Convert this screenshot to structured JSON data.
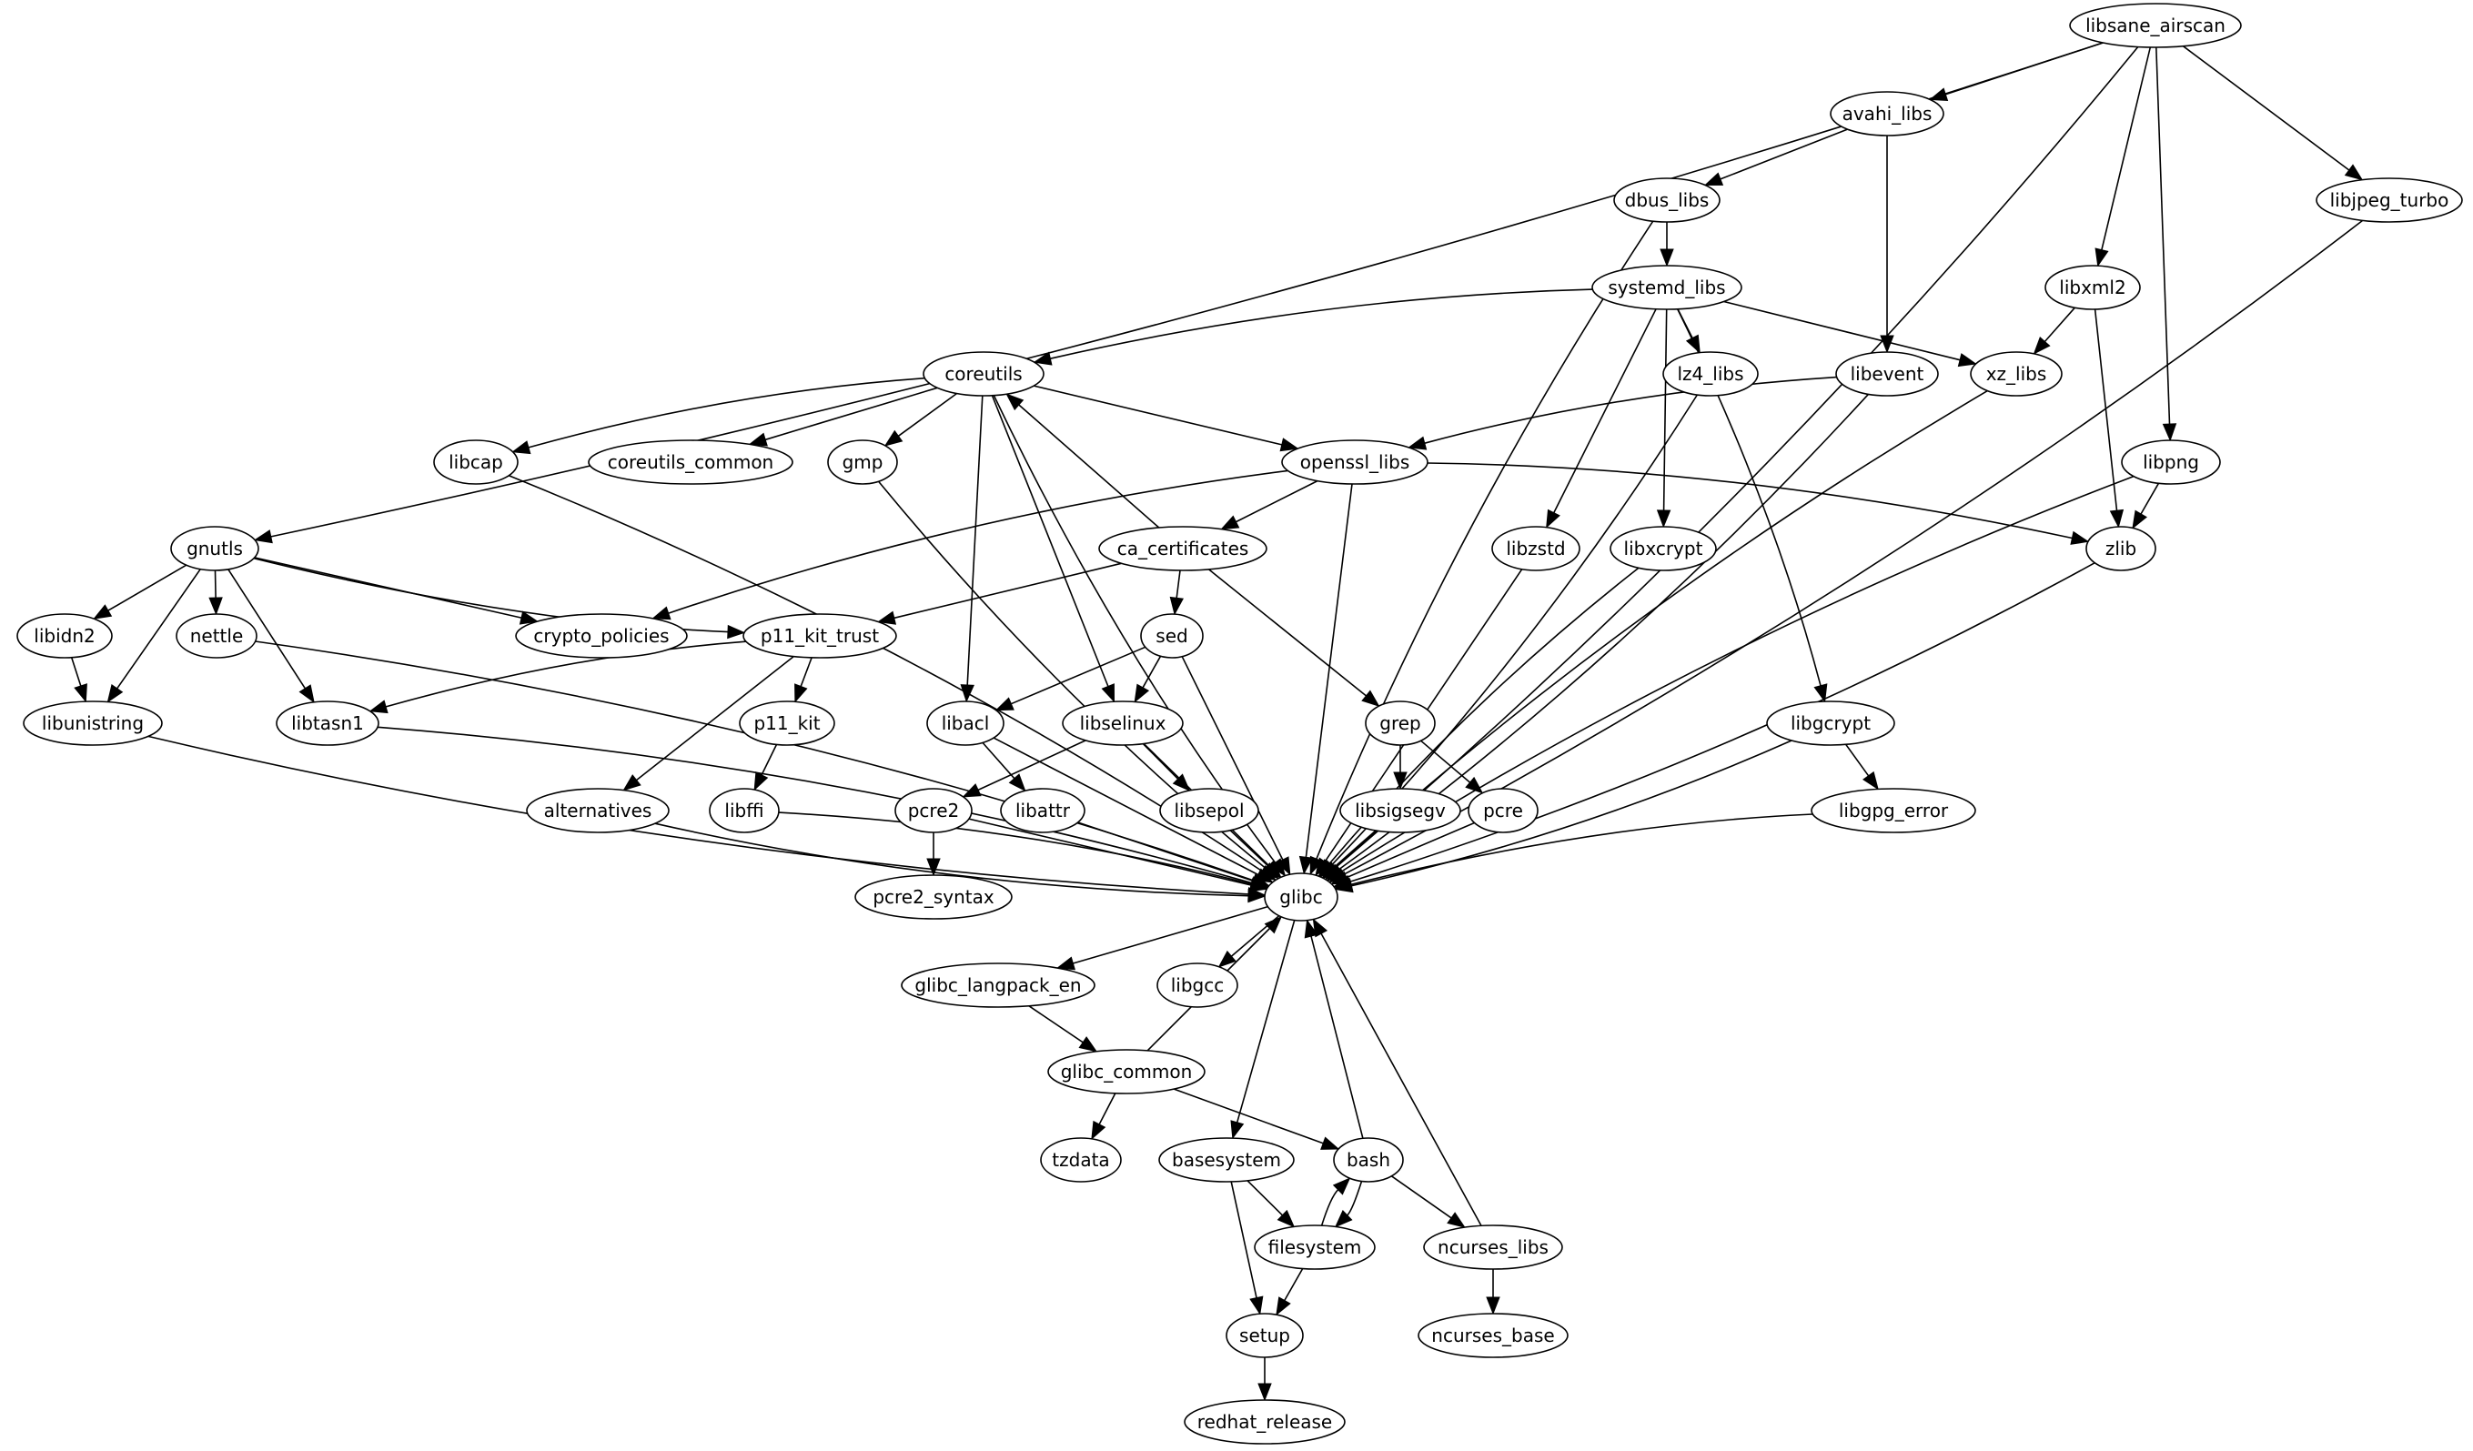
{
  "graph": {
    "title": "",
    "type": "directed dependency graph",
    "colors": {
      "node_stroke": "#000000",
      "node_fill": "#ffffff",
      "edge": "#000000",
      "background": "#ffffff"
    },
    "nodes": [
      {
        "id": "libsane_airscan",
        "label": "libsane_airscan"
      },
      {
        "id": "avahi_libs",
        "label": "avahi_libs"
      },
      {
        "id": "libjpeg_turbo",
        "label": "libjpeg_turbo"
      },
      {
        "id": "dbus_libs",
        "label": "dbus_libs"
      },
      {
        "id": "systemd_libs",
        "label": "systemd_libs"
      },
      {
        "id": "libxml2",
        "label": "libxml2"
      },
      {
        "id": "coreutils",
        "label": "coreutils"
      },
      {
        "id": "lz4_libs",
        "label": "lz4_libs"
      },
      {
        "id": "libevent",
        "label": "libevent"
      },
      {
        "id": "xz_libs",
        "label": "xz_libs"
      },
      {
        "id": "libcap",
        "label": "libcap"
      },
      {
        "id": "coreutils_common",
        "label": "coreutils_common"
      },
      {
        "id": "gmp",
        "label": "gmp"
      },
      {
        "id": "openssl_libs",
        "label": "openssl_libs"
      },
      {
        "id": "libpng",
        "label": "libpng"
      },
      {
        "id": "gnutls",
        "label": "gnutls"
      },
      {
        "id": "ca_certificates",
        "label": "ca_certificates"
      },
      {
        "id": "libzstd",
        "label": "libzstd"
      },
      {
        "id": "libxcrypt",
        "label": "libxcrypt"
      },
      {
        "id": "zlib",
        "label": "zlib"
      },
      {
        "id": "libidn2",
        "label": "libidn2"
      },
      {
        "id": "nettle",
        "label": "nettle"
      },
      {
        "id": "crypto_policies",
        "label": "crypto_policies"
      },
      {
        "id": "p11_kit_trust",
        "label": "p11_kit_trust"
      },
      {
        "id": "sed",
        "label": "sed"
      },
      {
        "id": "libunistring",
        "label": "libunistring"
      },
      {
        "id": "libtasn1",
        "label": "libtasn1"
      },
      {
        "id": "p11_kit",
        "label": "p11_kit"
      },
      {
        "id": "libacl",
        "label": "libacl"
      },
      {
        "id": "libselinux",
        "label": "libselinux"
      },
      {
        "id": "grep",
        "label": "grep"
      },
      {
        "id": "libgcrypt",
        "label": "libgcrypt"
      },
      {
        "id": "alternatives",
        "label": "alternatives"
      },
      {
        "id": "libffi",
        "label": "libffi"
      },
      {
        "id": "pcre2",
        "label": "pcre2"
      },
      {
        "id": "libattr",
        "label": "libattr"
      },
      {
        "id": "libsepol",
        "label": "libsepol"
      },
      {
        "id": "libsigsegv",
        "label": "libsigsegv"
      },
      {
        "id": "pcre",
        "label": "pcre"
      },
      {
        "id": "libgpg_error",
        "label": "libgpg_error"
      },
      {
        "id": "glibc",
        "label": "glibc"
      },
      {
        "id": "pcre2_syntax",
        "label": "pcre2_syntax"
      },
      {
        "id": "glibc_langpack_en",
        "label": "glibc_langpack_en"
      },
      {
        "id": "libgcc",
        "label": "libgcc"
      },
      {
        "id": "glibc_common",
        "label": "glibc_common"
      },
      {
        "id": "tzdata",
        "label": "tzdata"
      },
      {
        "id": "basesystem",
        "label": "basesystem"
      },
      {
        "id": "bash",
        "label": "bash"
      },
      {
        "id": "filesystem",
        "label": "filesystem"
      },
      {
        "id": "ncurses_libs",
        "label": "ncurses_libs"
      },
      {
        "id": "setup",
        "label": "setup"
      },
      {
        "id": "ncurses_base",
        "label": "ncurses_base"
      },
      {
        "id": "redhat_release",
        "label": "redhat_release"
      }
    ],
    "edges": [
      [
        "libsane_airscan",
        "gnutls"
      ],
      [
        "libsane_airscan",
        "avahi_libs"
      ],
      [
        "libsane_airscan",
        "libxml2"
      ],
      [
        "libsane_airscan",
        "libpng"
      ],
      [
        "libsane_airscan",
        "glibc"
      ],
      [
        "libsane_airscan",
        "libjpeg_turbo"
      ],
      [
        "avahi_libs",
        "dbus_libs"
      ],
      [
        "avahi_libs",
        "libevent"
      ],
      [
        "dbus_libs",
        "systemd_libs"
      ],
      [
        "dbus_libs",
        "glibc"
      ],
      [
        "libjpeg_turbo",
        "glibc"
      ],
      [
        "systemd_libs",
        "coreutils"
      ],
      [
        "systemd_libs",
        "lz4_libs"
      ],
      [
        "systemd_libs",
        "xz_libs"
      ],
      [
        "systemd_libs",
        "libzstd"
      ],
      [
        "systemd_libs",
        "libxcrypt"
      ],
      [
        "systemd_libs",
        "libgcrypt"
      ],
      [
        "libxml2",
        "xz_libs"
      ],
      [
        "libxml2",
        "zlib"
      ],
      [
        "coreutils",
        "libcap"
      ],
      [
        "coreutils",
        "coreutils_common"
      ],
      [
        "coreutils",
        "gmp"
      ],
      [
        "coreutils",
        "openssl_libs"
      ],
      [
        "coreutils",
        "libacl"
      ],
      [
        "coreutils",
        "libselinux"
      ],
      [
        "coreutils",
        "glibc"
      ],
      [
        "lz4_libs",
        "glibc"
      ],
      [
        "libevent",
        "openssl_libs"
      ],
      [
        "libevent",
        "glibc"
      ],
      [
        "xz_libs",
        "glibc"
      ],
      [
        "libcap",
        "glibc"
      ],
      [
        "gmp",
        "glibc"
      ],
      [
        "openssl_libs",
        "ca_certificates"
      ],
      [
        "openssl_libs",
        "crypto_policies"
      ],
      [
        "openssl_libs",
        "zlib"
      ],
      [
        "openssl_libs",
        "glibc"
      ],
      [
        "libpng",
        "zlib"
      ],
      [
        "libpng",
        "glibc"
      ],
      [
        "gnutls",
        "libidn2"
      ],
      [
        "gnutls",
        "libunistring"
      ],
      [
        "gnutls",
        "nettle"
      ],
      [
        "gnutls",
        "libtasn1"
      ],
      [
        "gnutls",
        "crypto_policies"
      ],
      [
        "gnutls",
        "p11_kit_trust"
      ],
      [
        "ca_certificates",
        "coreutils"
      ],
      [
        "ca_certificates",
        "p11_kit_trust"
      ],
      [
        "ca_certificates",
        "sed"
      ],
      [
        "ca_certificates",
        "grep"
      ],
      [
        "libzstd",
        "glibc"
      ],
      [
        "libxcrypt",
        "glibc"
      ],
      [
        "zlib",
        "glibc"
      ],
      [
        "libidn2",
        "libunistring"
      ],
      [
        "nettle",
        "glibc"
      ],
      [
        "p11_kit_trust",
        "libtasn1"
      ],
      [
        "p11_kit_trust",
        "p11_kit"
      ],
      [
        "p11_kit_trust",
        "alternatives"
      ],
      [
        "sed",
        "libacl"
      ],
      [
        "sed",
        "libselinux"
      ],
      [
        "sed",
        "glibc"
      ],
      [
        "libunistring",
        "glibc"
      ],
      [
        "libtasn1",
        "glibc"
      ],
      [
        "p11_kit",
        "libffi"
      ],
      [
        "libacl",
        "libattr"
      ],
      [
        "libacl",
        "glibc"
      ],
      [
        "libselinux",
        "pcre2"
      ],
      [
        "libselinux",
        "libsepol"
      ],
      [
        "libselinux",
        "glibc"
      ],
      [
        "grep",
        "libsigsegv"
      ],
      [
        "grep",
        "pcre"
      ],
      [
        "libgcrypt",
        "libgpg_error"
      ],
      [
        "libgcrypt",
        "glibc"
      ],
      [
        "alternatives",
        "glibc"
      ],
      [
        "libffi",
        "glibc"
      ],
      [
        "pcre2",
        "pcre2_syntax"
      ],
      [
        "pcre2",
        "glibc"
      ],
      [
        "libattr",
        "glibc"
      ],
      [
        "libsepol",
        "glibc"
      ],
      [
        "libsigsegv",
        "glibc"
      ],
      [
        "pcre",
        "glibc"
      ],
      [
        "libgpg_error",
        "glibc"
      ],
      [
        "glibc",
        "glibc_langpack_en"
      ],
      [
        "glibc",
        "libgcc"
      ],
      [
        "glibc",
        "basesystem"
      ],
      [
        "glibc_langpack_en",
        "glibc_common"
      ],
      [
        "glibc_common",
        "glibc"
      ],
      [
        "glibc_common",
        "tzdata"
      ],
      [
        "glibc_common",
        "bash"
      ],
      [
        "bash",
        "glibc"
      ],
      [
        "bash",
        "filesystem"
      ],
      [
        "bash",
        "ncurses_libs"
      ],
      [
        "basesystem",
        "filesystem"
      ],
      [
        "basesystem",
        "setup"
      ],
      [
        "filesystem",
        "bash"
      ],
      [
        "filesystem",
        "setup"
      ],
      [
        "ncurses_libs",
        "glibc"
      ],
      [
        "ncurses_libs",
        "ncurses_base"
      ],
      [
        "setup",
        "redhat_release"
      ]
    ]
  }
}
